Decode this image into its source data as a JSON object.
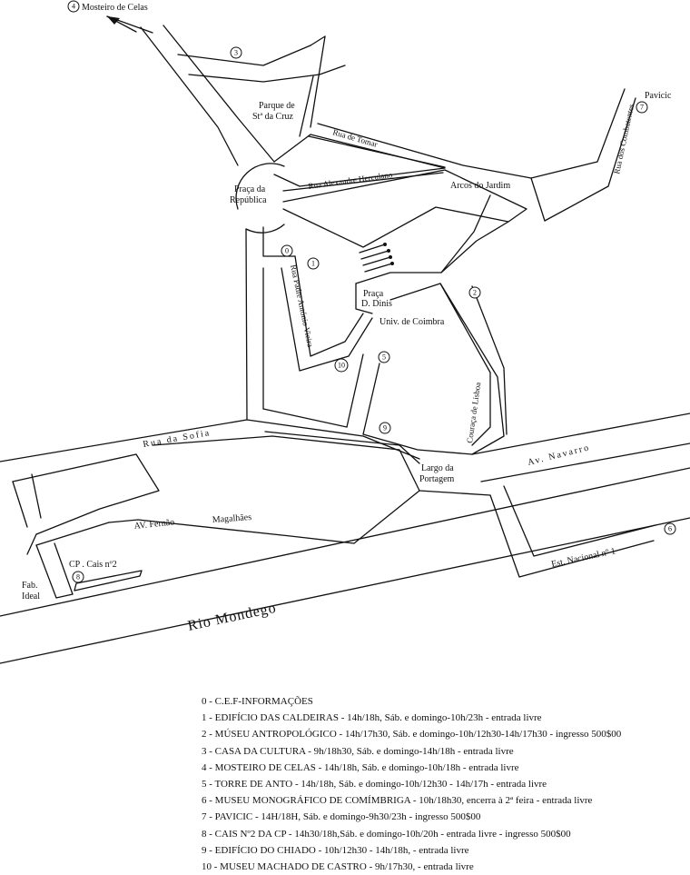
{
  "map": {
    "streets": {
      "rua_sofia": "Rua da Sofia",
      "rua_tomar": "Rua de Tomar",
      "rua_herculano": "Rua Alexandre Herculano",
      "rua_combatentes": "Rua dos Combatentes",
      "rua_padre": "Rua Padre António Vieira",
      "couraca": "Couraça de Lisboa",
      "av_navarro": "Av. Navarro",
      "av_fernao": "AV. Fernão",
      "magalhaes": "Magalhães",
      "est_nacional": "Est. Nacional nº 1",
      "rio": "Rio Mondego"
    },
    "places": {
      "mosteiro": "Mosteiro de Celas",
      "parque_1": "Parque de",
      "parque_2": "Stª da Cruz",
      "praca_rep_1": "Praça da",
      "praca_rep_2": "República",
      "arcos": "Arcos do Jardim",
      "pavicic": "Pavicic",
      "praca_dinis_1": "Praça",
      "praca_dinis_2": "D. Dinis",
      "univ": "Univ. de Coimbra",
      "largo_1": "Largo da",
      "largo_2": "Portagem",
      "cp_cais": "CP . Cais nº2",
      "fab_1": "Fab.",
      "fab_2": "Ideal"
    },
    "markers": [
      {
        "id": "m4",
        "label": "4"
      },
      {
        "id": "m3",
        "label": "3"
      },
      {
        "id": "m7",
        "label": "7"
      },
      {
        "id": "m0",
        "label": "0"
      },
      {
        "id": "m1",
        "label": "1"
      },
      {
        "id": "m2",
        "label": "2"
      },
      {
        "id": "m10",
        "label": "10"
      },
      {
        "id": "m5",
        "label": "5"
      },
      {
        "id": "m9",
        "label": "9"
      },
      {
        "id": "m6",
        "label": "6"
      },
      {
        "id": "m8",
        "label": "8"
      }
    ]
  },
  "legend": [
    "0 - C.E.F-INFORMAÇÕES",
    "1 - EDIFÍCIO DAS CALDEIRAS -  14h/18h, Sáb. e domingo-10h/23h - entrada livre",
    "2 - MÚSEU ANTROPOLÓGICO  -  14h/17h30, Sáb. e domingo-10h/12h30-14h/17h30 - ingresso 500$00",
    "3 - CASA DA CULTURA -  9h/18h30, Sáb. e domingo-14h/18h - entrada livre",
    "4 - MOSTEIRO DE CELAS  -  14h/18h, Sáb. e domingo-10h/18h - entrada livre",
    "5 - TORRE DE ANTO  -  14h/18h, Sáb. e domingo-10h/12h30 - 14h/17h - entrada livre",
    "6 - MUSEU MONOGRÁFICO DE COMÍMBRIGA  -  10h/18h30, encerra à 2ª feira - entrada livre",
    "7 - PAVICIC  -  14H/18H, Sáb. e domingo-9h30/23h - ingresso 500$00",
    "8 - CAIS Nº2 DA CP  -  14h30/18h,Sáb. e domingo-10h/20h - entrada livre - ingresso 500$00",
    "9 - EDIFÍCIO DO CHIADO  -  10h/12h30 - 14h/18h, - entrada livre",
    "10 - MUSEU MACHADO DE CASTRO  -  9h/17h30, - entrada livre"
  ]
}
